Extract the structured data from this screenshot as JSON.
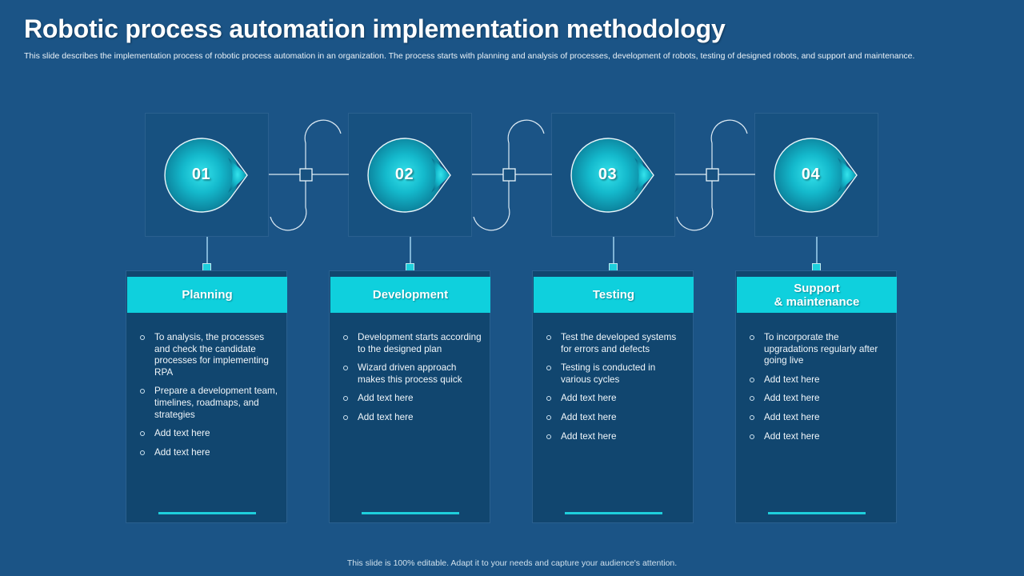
{
  "slide": {
    "title": "Robotic process automation implementation methodology",
    "subtitle": "This slide describes the implementation process of robotic process automation in an organization. The process starts with planning and analysis of processes, development of robots, testing of designed robots, and support and maintenance.",
    "footer": "This slide is 100% editable. Adapt it to your needs and capture your audience's attention."
  },
  "colors": {
    "background": "#1b5486",
    "box": "#175180",
    "card": "#11466f",
    "accent_cyan": "#0fd0dd",
    "node_cyan": "#1ecfdc",
    "stroke": "#cfe4f2",
    "circle_center": "#1ad9e4",
    "circle_edge": "#0a7a94",
    "text": "#f0f6fa"
  },
  "steps": [
    {
      "number": "01",
      "heading": "Planning",
      "bullets": [
        "To analysis, the processes and check the candidate processes for implementing RPA",
        "Prepare a development team, timelines, roadmaps, and strategies",
        "Add text here",
        "Add text here"
      ]
    },
    {
      "number": "02",
      "heading": "Development",
      "bullets": [
        "Development starts according to the designed plan",
        "Wizard driven approach makes this process quick",
        "Add text here",
        "Add text here"
      ]
    },
    {
      "number": "03",
      "heading": "Testing",
      "bullets": [
        "Test the developed systems for errors and defects",
        "Testing is conducted in various cycles",
        "Add text here",
        "Add text here",
        "Add text here"
      ]
    },
    {
      "number": "04",
      "heading": "Support\n& maintenance",
      "bullets": [
        "To incorporate the upgradations regularly after going live",
        "Add text here",
        "Add text here",
        "Add text here",
        "Add text here"
      ]
    }
  ],
  "icons": {
    "bullet": "circle-outline-icon",
    "connector": "s-curve-connector-icon",
    "node": "square-node-icon"
  }
}
